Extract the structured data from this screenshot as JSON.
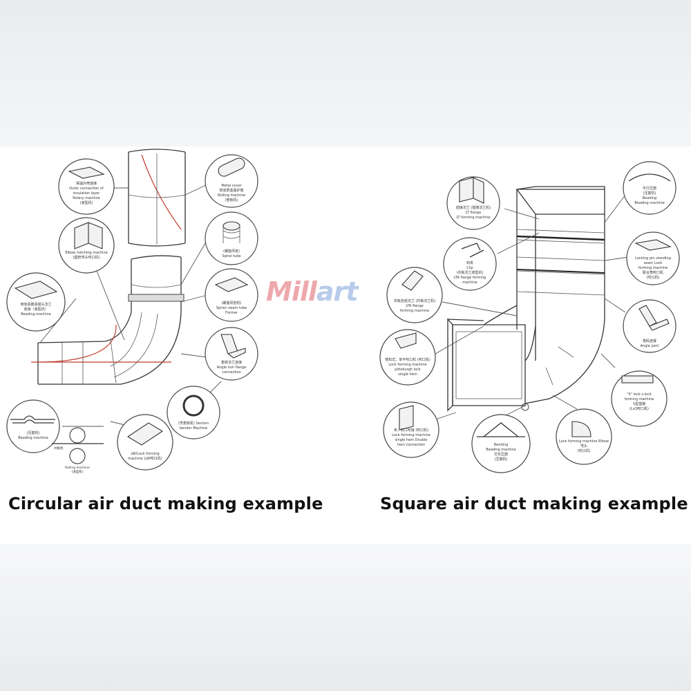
{
  "captions": {
    "left": "Circular air duct making example",
    "right": "Square air duct making example"
  },
  "watermark": {
    "part1": "Mill",
    "part2": "art"
  },
  "round_callouts": [
    {
      "id": "outer-connection",
      "lines": [
        "保温外壳连接",
        "Outer connection of",
        "insulation layer",
        "Rotary machine",
        "(滚型机)"
      ]
    },
    {
      "id": "metal-cover",
      "lines": [
        "Metal cover",
        "管道层金属护角",
        "Rolling machine",
        "(卷板机)"
      ]
    },
    {
      "id": "elbow-notching",
      "lines": [
        "Elbow notching machine",
        "(圆管弯头咬口机)"
      ]
    },
    {
      "id": "spiral-tube",
      "lines": [
        "(螺旋风管)",
        "Spiral tube"
      ]
    },
    {
      "id": "beading-round",
      "lines": [
        "用加强筋承插头法兰",
        "连接（滚型机）",
        "Beading machine"
      ]
    },
    {
      "id": "spiral-seam",
      "lines": [
        "(螺旋风管机)",
        "Spiral--seam tube",
        "Former"
      ]
    },
    {
      "id": "angle-iron",
      "lines": [
        "角铁法兰连接",
        "Angle iron flange",
        "connection"
      ]
    },
    {
      "id": "section-bender",
      "lines": [
        "(弯角铁机) Section",
        "bender Machine"
      ]
    },
    {
      "id": "beading-machine-2",
      "lines": [
        "(压筋机)",
        "Beading machine"
      ]
    },
    {
      "id": "lwlock",
      "lines": [
        "LW/Lock forming",
        "machine (LW咬口机)"
      ]
    }
  ],
  "roller_labels": [
    "共板机",
    "Rolling machine",
    "(滚型机)"
  ],
  "square_callouts": [
    {
      "id": "lt-flange",
      "lines": [
        "插接法兰 (插接法兰机)",
        "LT flange",
        "LT forming machine"
      ]
    },
    {
      "id": "beading-square",
      "lines": [
        "平行压筋",
        "(压筋机)",
        "Beading",
        "Beading machine"
      ]
    },
    {
      "id": "clip-lta",
      "lines": [
        "钩夹",
        "Clip",
        "(共板法兰成型机)",
        "LTA flange forming",
        "machine"
      ]
    },
    {
      "id": "locking-pin",
      "lines": [
        "Locking pin standing",
        "seam Lock",
        "forming machine",
        "联合角咬口机",
        "(咬口机)"
      ]
    },
    {
      "id": "lta-forming",
      "lines": [
        "共板自成法兰 (共板法兰机)",
        "LTA flange",
        "forming machine"
      ]
    },
    {
      "id": "angle-joint",
      "lines": [
        "角码连接",
        "Angle joint"
      ]
    },
    {
      "id": "pittsburgh",
      "lines": [
        "按扣式，单平咬口机 (咬口机)",
        "Lock forming machine",
        "pittsburgh lock",
        "single hem"
      ]
    },
    {
      "id": "s-lock",
      "lines": [
        "\"S\" lock s-lock",
        "forming machine",
        "S型插接",
        "(Lx3咬口机)"
      ]
    },
    {
      "id": "double-hem",
      "lines": [
        "单，双口咬接 (咬口机)",
        "Lock forming machine",
        "single hem Double",
        "hem connection"
      ]
    },
    {
      "id": "bending",
      "lines": [
        "Bending",
        "Beading machine",
        "交叉压筋",
        "(压筋机)"
      ]
    },
    {
      "id": "elbow-square",
      "lines": [
        "Lock forming machine Elbow",
        "弯头",
        "(咬口机)"
      ]
    }
  ]
}
